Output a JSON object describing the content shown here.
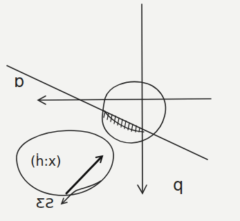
{
  "diagram": {
    "nodes": [
      {
        "text": [
          "(ḣ:x)"
        ]
      }
    ],
    "labels": [
      "ɒ",
      "q",
      "ƸƧ"
    ]
  }
}
